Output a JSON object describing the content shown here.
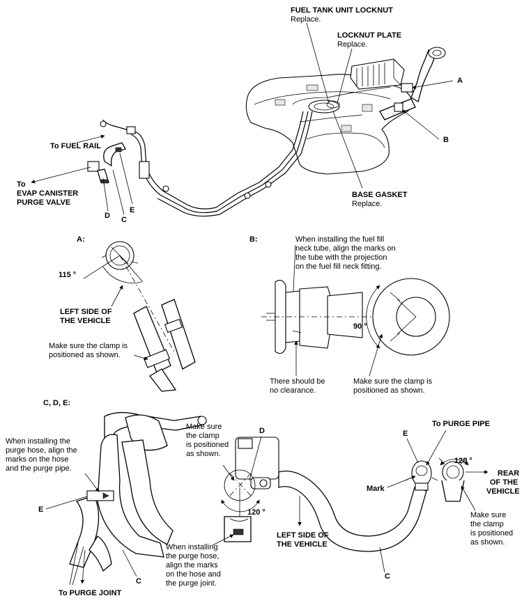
{
  "labels": {
    "locknut_title": "FUEL TANK UNIT LOCKNUT",
    "locknut_note": "Replace.",
    "plate_title": "LOCKNUT PLATE",
    "plate_note": "Replace.",
    "gasket_title": "BASE GASKET",
    "gasket_note": "Replace.",
    "fuel_rail": "To FUEL RAIL",
    "evap_to": "To",
    "evap_line1": "EVAP CANISTER",
    "evap_line2": "PURGE VALVE",
    "callout_a": "A",
    "callout_b": "B",
    "callout_c": "C",
    "callout_d": "D",
    "callout_e": "E"
  },
  "detail_a": {
    "heading": "A:",
    "angle": "115 °",
    "side_line1": "LEFT SIDE OF",
    "side_line2": "THE VEHICLE",
    "note_line1": "Make sure the clamp is",
    "note_line2": "positioned as shown."
  },
  "detail_b": {
    "heading": "B:",
    "install_line1": "When installing the fuel fill",
    "install_line2": "neck tube, align the marks on",
    "install_line3": "the tube with the projection",
    "install_line4": "on the fuel fill neck fitting.",
    "angle": "90 °",
    "clearance_line1": "There should be",
    "clearance_line2": "no clearance.",
    "note_line1": "Make sure the clamp is",
    "note_line2": "positioned as shown."
  },
  "detail_cde": {
    "heading": "C, D, E:",
    "purge_line1": "When installing the",
    "purge_line2": "purge hose, align the",
    "purge_line3": "marks on the hose",
    "purge_line4": "and the purge pipe.",
    "clamp_line1": "Make sure",
    "clamp_line2": "the clamp",
    "clamp_line3": "is positioned",
    "clamp_line4": "as shown.",
    "angle_mid": "120 °",
    "joint_line1": "When installing",
    "joint_line2": "the purge hose,",
    "joint_line3": "align the marks",
    "joint_line4": "on the hose and",
    "joint_line5": "the purge joint.",
    "left_side_line1": "LEFT SIDE OF",
    "left_side_line2": "THE VEHICLE",
    "to_purge_pipe": "To PURGE PIPE",
    "mark": "Mark",
    "angle_right": "120 °",
    "rear_line1": "REAR",
    "rear_line2": "OF THE",
    "rear_line3": "VEHICLE",
    "right_note_line1": "Make sure",
    "right_note_line2": "the clamp",
    "right_note_line3": "is positioned",
    "right_note_line4": "as shown.",
    "to_purge_joint": "To PURGE JOINT"
  }
}
